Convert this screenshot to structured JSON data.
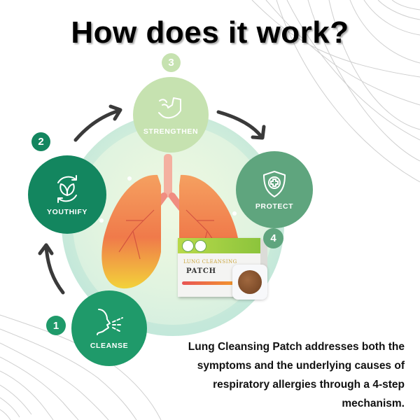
{
  "title": "How does it work?",
  "colors": {
    "cleanse": "#1f9a6a",
    "youthify": "#13865f",
    "strengthen": "#c6e2b0",
    "protect": "#5fa57e",
    "arrow": "#3a3a3a",
    "text": "#111111"
  },
  "steps": [
    {
      "number": "1",
      "label": "CLEANSE",
      "icon": "breathing-face-icon"
    },
    {
      "number": "2",
      "label": "YOUTHIFY",
      "icon": "leaf-cycle-icon"
    },
    {
      "number": "3",
      "label": "STRENGTHEN",
      "icon": "flexed-arm-icon"
    },
    {
      "number": "4",
      "label": "PROTECT",
      "icon": "shield-cross-icon"
    }
  ],
  "product": {
    "name_line1": "LUNG CLEANSING",
    "name_line2": "PATCH"
  },
  "description": {
    "line1": "Lung Cleansing Patch addresses both the",
    "line2": "symptoms and the underlying causes of",
    "line3": "respiratory allergies through a 4-step",
    "line4": "mechanism."
  }
}
